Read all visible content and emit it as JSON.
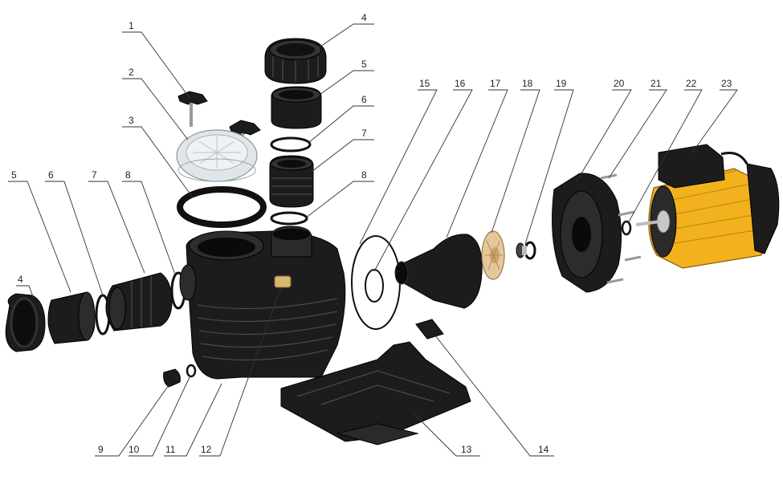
{
  "callouts": [
    {
      "label": "1"
    },
    {
      "label": "2"
    },
    {
      "label": "3"
    },
    {
      "label": "4"
    },
    {
      "label": "5"
    },
    {
      "label": "6"
    },
    {
      "label": "7"
    },
    {
      "label": "8"
    },
    {
      "label": "5"
    },
    {
      "label": "6"
    },
    {
      "label": "7"
    },
    {
      "label": "8"
    },
    {
      "label": "4"
    },
    {
      "label": "9"
    },
    {
      "label": "10"
    },
    {
      "label": "11"
    },
    {
      "label": "12"
    },
    {
      "label": "13"
    },
    {
      "label": "14"
    },
    {
      "label": "15"
    },
    {
      "label": "16"
    },
    {
      "label": "17"
    },
    {
      "label": "18"
    },
    {
      "label": "19"
    },
    {
      "label": "20"
    },
    {
      "label": "21"
    },
    {
      "label": "22"
    },
    {
      "label": "23"
    }
  ],
  "colors": {
    "part_black": "#1c1c1c",
    "motor_yellow": "#f2b21e",
    "impeller_beige": "#e6c79a",
    "lid_clear": "#dfe6ea",
    "brass": "#d8b772"
  }
}
